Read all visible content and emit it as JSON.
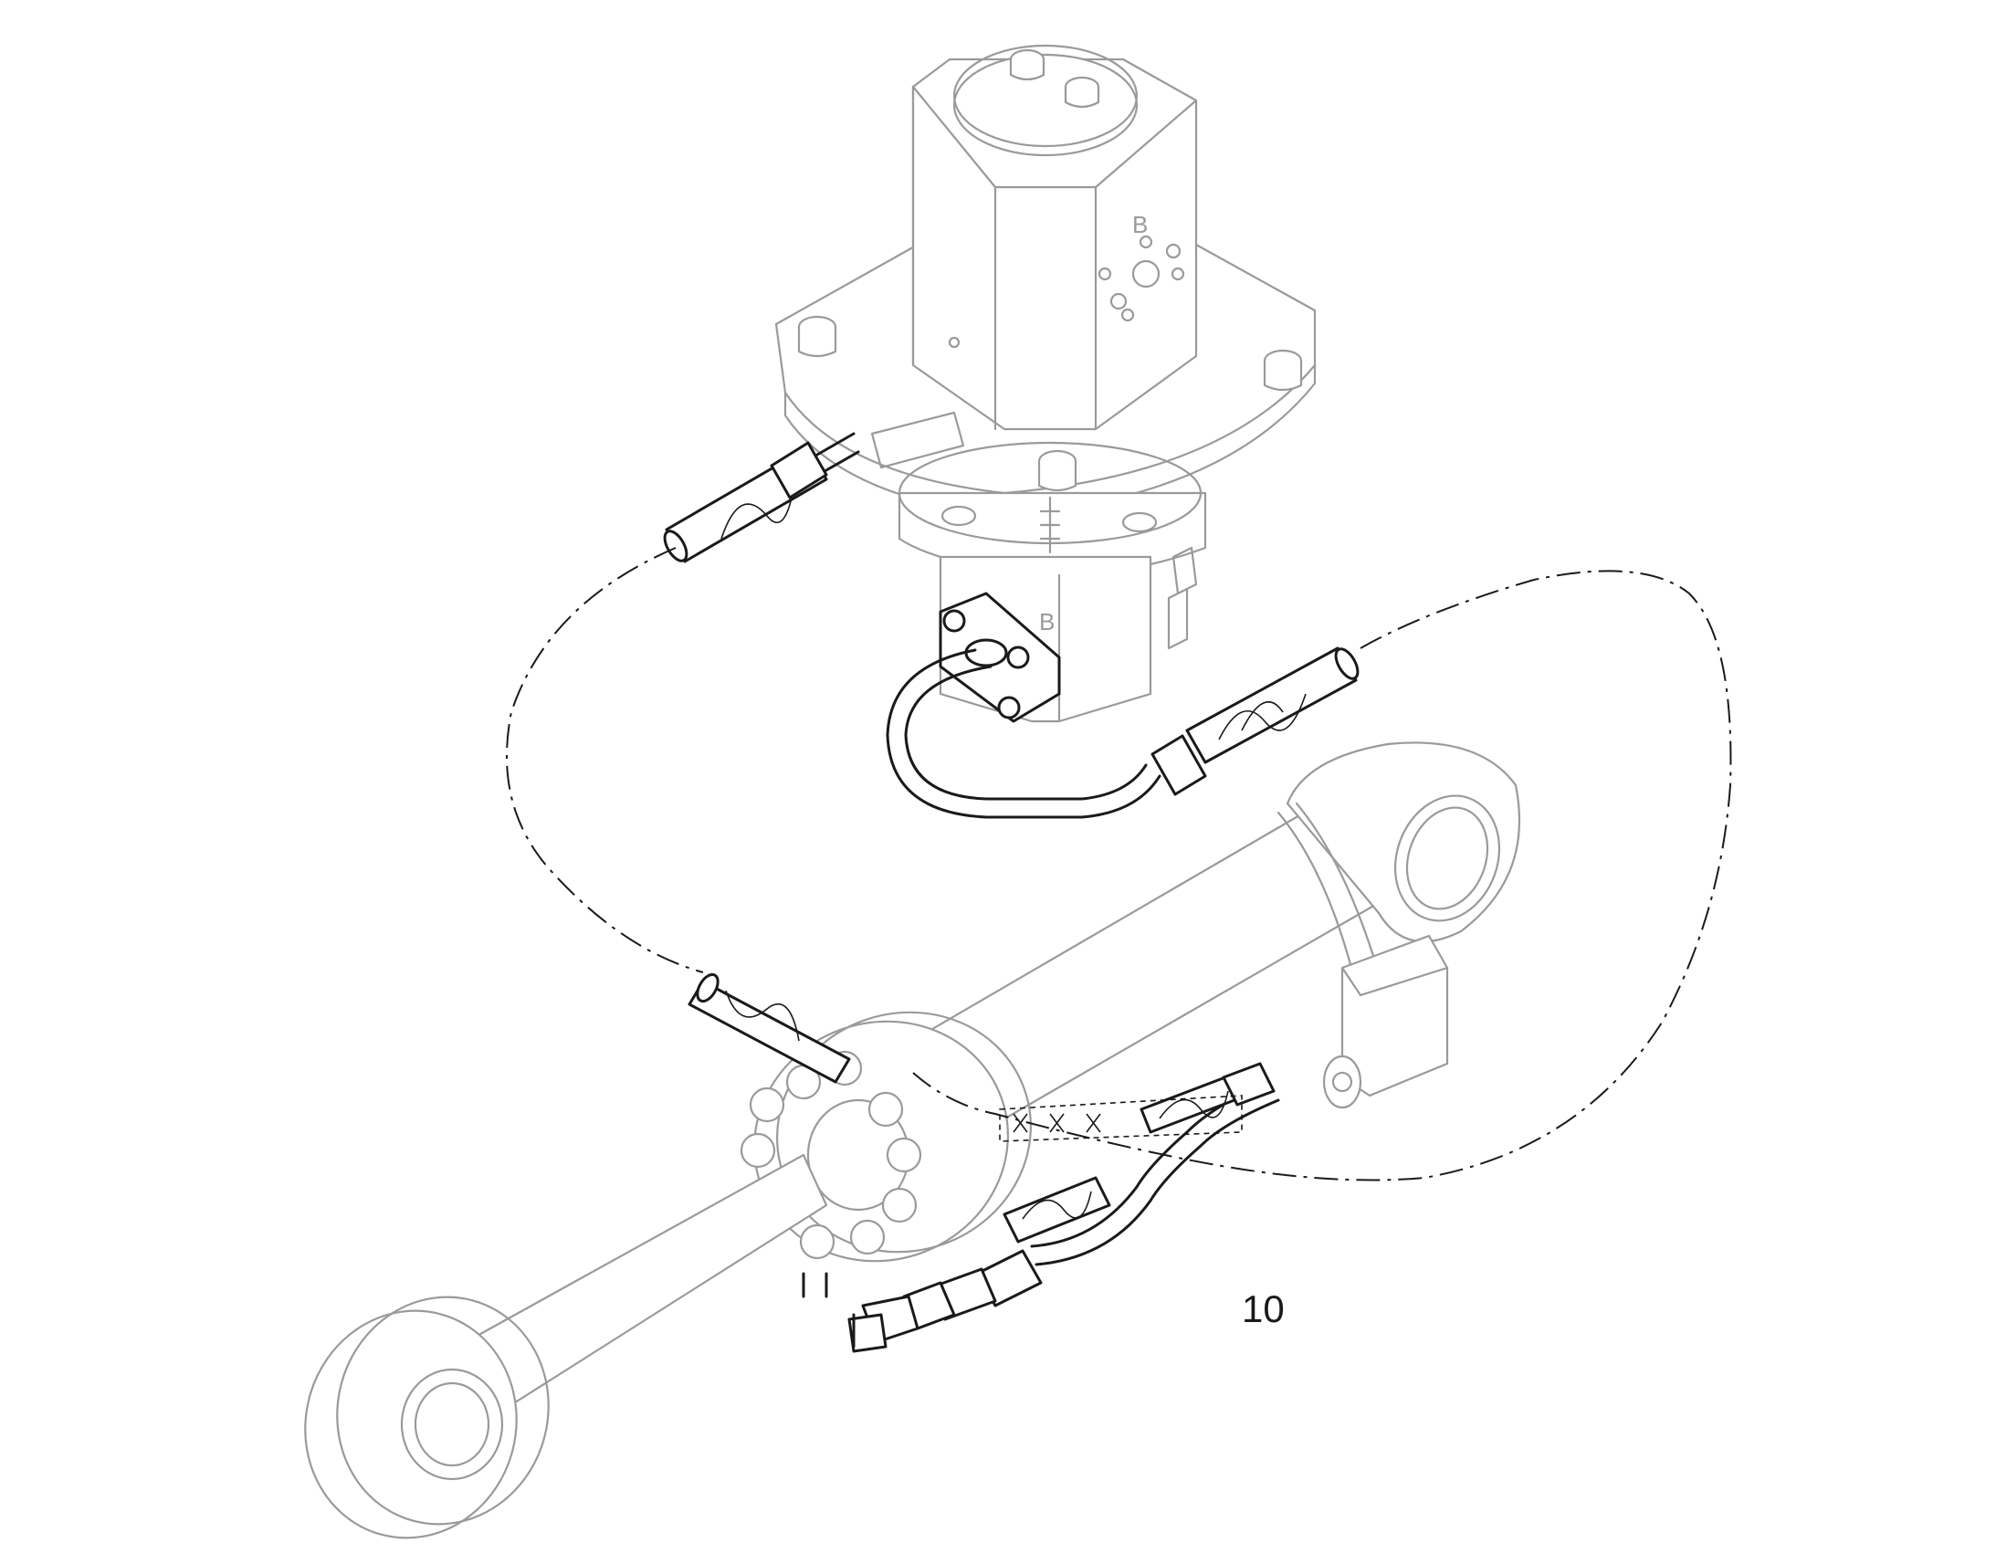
{
  "diagram": {
    "callouts": [
      {
        "id": "callout-10",
        "label": "10"
      }
    ],
    "port_marks": {
      "valve_upper": "B",
      "valve_lower": "B"
    },
    "colors": {
      "line_bold": "#1a1a1a",
      "line_faint": "#9a9a9a",
      "background": "#ffffff"
    }
  }
}
